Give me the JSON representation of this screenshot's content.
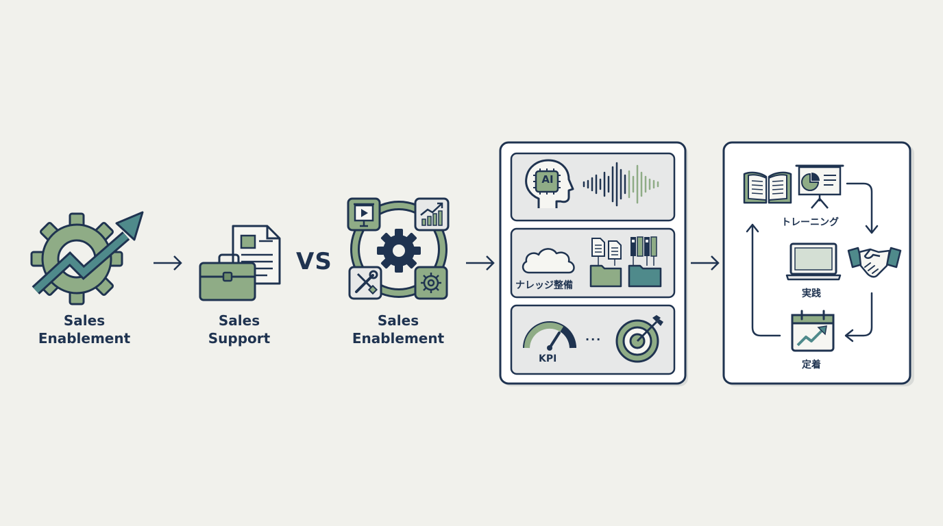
{
  "flow": {
    "stage1": {
      "line1": "Sales",
      "line2": "Enablement"
    },
    "stage2": {
      "line1": "Sales",
      "line2": "Support"
    },
    "vs_label": "VS",
    "stage3": {
      "line1": "Sales",
      "line2": "Enablement"
    }
  },
  "elements_panel": {
    "row1": {
      "chip_label": "AI"
    },
    "row2": {
      "label": "ナレッジ整備"
    },
    "row3": {
      "label": "KPI",
      "ellipsis": "..."
    }
  },
  "cycle_panel": {
    "training_label": "トレーニング",
    "practice_label": "実践",
    "adoption_label": "定着"
  },
  "colors": {
    "navy": "#1f3350",
    "sage": "#8fac86",
    "teal": "#4f8a8b",
    "background": "#f1f1ec",
    "panel_fill": "#e7e8e8"
  }
}
